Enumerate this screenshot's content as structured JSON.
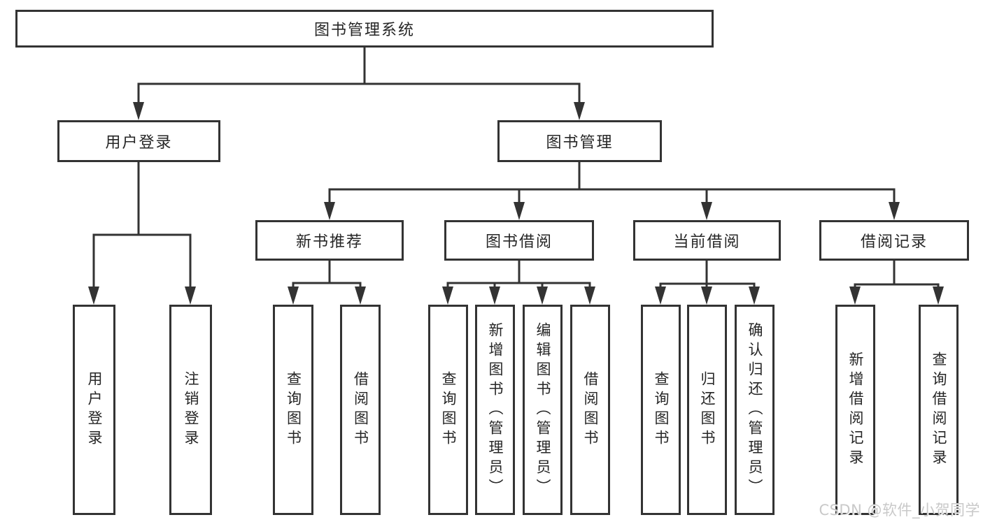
{
  "tree": {
    "root": {
      "label": "图书管理系统"
    },
    "user_login": {
      "label": "用户登录",
      "children": {
        "login": {
          "label": "用户登录"
        },
        "logout": {
          "label": "注销登录"
        }
      }
    },
    "book_mgmt": {
      "label": "图书管理",
      "children": {
        "new_book_rec": {
          "label": "新书推荐",
          "children": {
            "query_books": {
              "label": "查询图书"
            },
            "borrow_books": {
              "label": "借阅图书"
            }
          }
        },
        "book_borrow": {
          "label": "图书借阅",
          "children": {
            "query_books": {
              "label": "查询图书"
            },
            "add_books_admin": {
              "label": "新增图书（管理员）"
            },
            "edit_books_admin": {
              "label": "编辑图书（管理员）"
            },
            "borrow_books": {
              "label": "借阅图书"
            }
          }
        },
        "current_borrow": {
          "label": "当前借阅",
          "children": {
            "query_books": {
              "label": "查询图书"
            },
            "return_books": {
              "label": "归还图书"
            },
            "confirm_return_admin": {
              "label": "确认归还（管理员）"
            }
          }
        },
        "borrow_records": {
          "label": "借阅记录",
          "children": {
            "add_borrow_record": {
              "label": "新增借阅记录"
            },
            "query_borrow_record": {
              "label": "查询借阅记录"
            }
          }
        }
      }
    }
  },
  "watermark": {
    "text": "CSDN @软件_小贺同学"
  },
  "colors": {
    "line": "#333333",
    "text": "#262626",
    "background": "#ffffff",
    "watermark": "#c9c9c9"
  }
}
